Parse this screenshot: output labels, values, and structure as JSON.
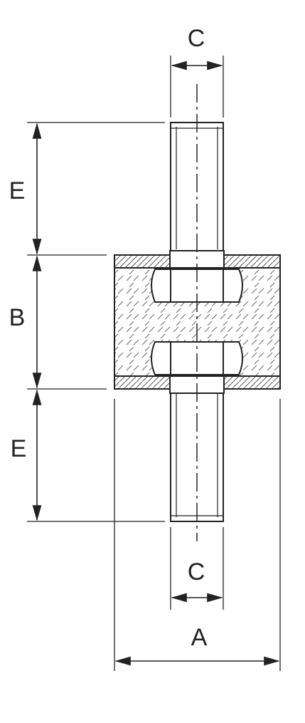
{
  "drawing": {
    "labels": {
      "c_top": "C",
      "e_upper": "E",
      "b_body": "B",
      "e_lower": "E",
      "c_bottom": "C",
      "a_width": "A"
    },
    "colors": {
      "line": "#222222",
      "hatch": "#555555",
      "background": "#ffffff"
    }
  }
}
